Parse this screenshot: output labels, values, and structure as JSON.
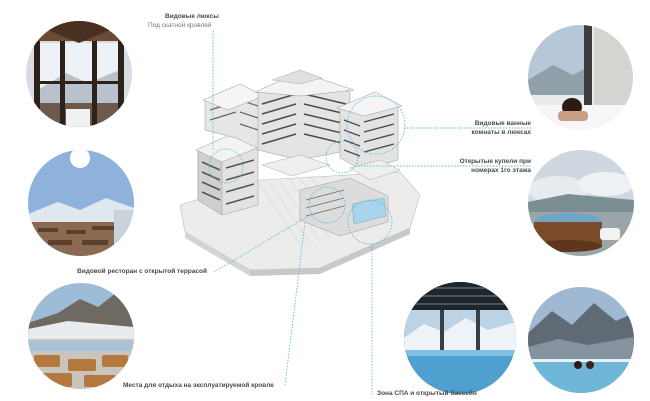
{
  "labels": {
    "lux_title": "Видовые люксы",
    "lux_sub": "Под скатной кровлей",
    "baths_line1": "Видовые ванные",
    "baths_line2": "комнаты в люксах",
    "fonts_line1": "Открытые купели при",
    "fonts_line2": "номерах 1го этажа",
    "restaurant": "Видовой ресторан с открытой террасой",
    "roof_rest": "Места для отдыха на эксплуатируемой кровле",
    "spa": "Зона СПА и открытый бассейн"
  },
  "colors": {
    "leader_line": "#5bbcd8",
    "label_text": "#4a4a4a",
    "sky": "#a9c8ea",
    "wood": "#7a4a2a",
    "pool_water": "#6fb8e0"
  },
  "photos": [
    {
      "id": "window-room",
      "name": "window-room"
    },
    {
      "id": "bath-view",
      "name": "bath-view"
    },
    {
      "id": "restaurant-terrace",
      "name": "restaurant-terrace"
    },
    {
      "id": "hot-tubs",
      "name": "hot-tubs"
    },
    {
      "id": "roof-lounge",
      "name": "roof-lounge"
    },
    {
      "id": "spa-pool",
      "name": "spa-pool"
    },
    {
      "id": "infinity-pool",
      "name": "infinity-pool"
    }
  ]
}
